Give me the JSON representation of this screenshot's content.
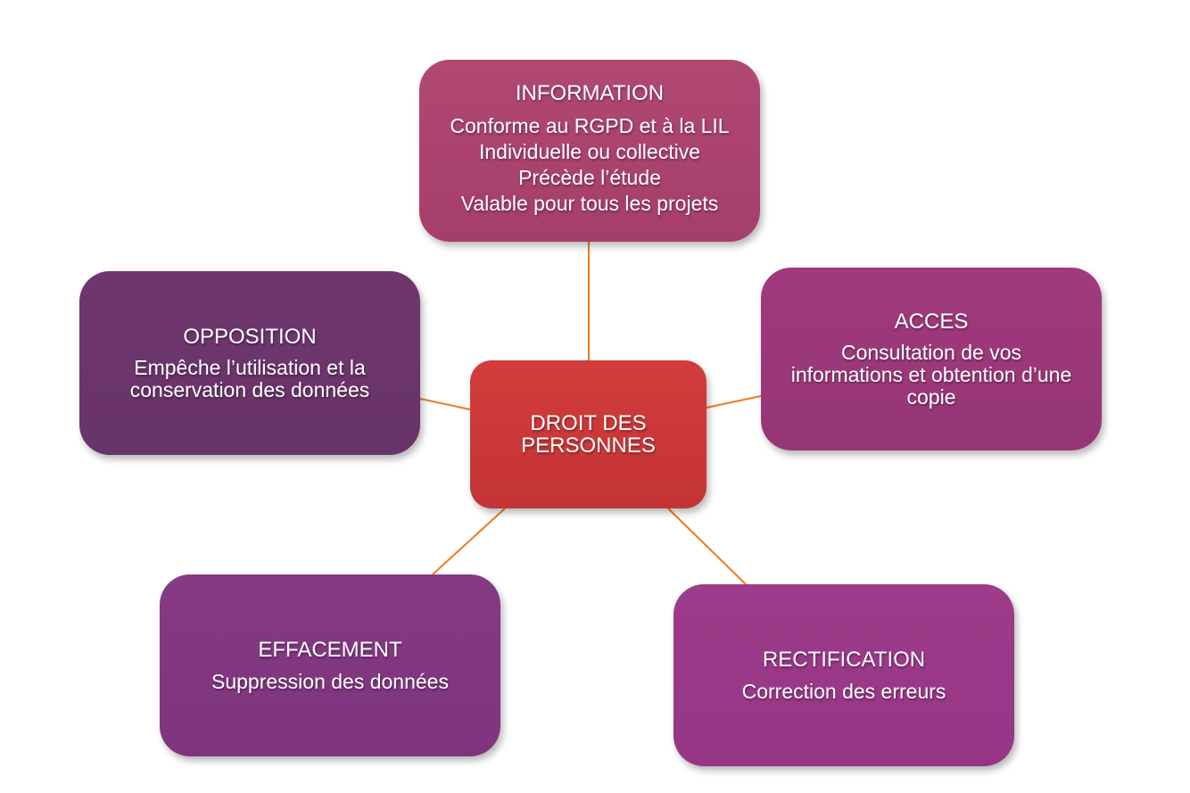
{
  "diagram": {
    "center": {
      "lines": [
        "DROIT DES",
        "PERSONNES"
      ],
      "color": "#c93838"
    },
    "nodes": {
      "information": {
        "title": "INFORMATION",
        "lines": [
          "Conforme au RGPD et à la LIL",
          "Individuelle ou collective",
          "Précède l’étude",
          "Valable pour tous les projets"
        ],
        "color": "#aa416d"
      },
      "opposition": {
        "title": "OPPOSITION",
        "lines": [
          "Empêche l’utilisation et la",
          "conservation des données"
        ],
        "color": "#6b356b"
      },
      "acces": {
        "title": "ACCES",
        "lines": [
          "Consultation de vos",
          "informations et obtention d’une",
          "copie"
        ],
        "color": "#9a3779"
      },
      "effacement": {
        "title": "EFFACEMENT",
        "lines": [
          "Suppression des données"
        ],
        "color": "#81377f"
      },
      "rectification": {
        "title": "RECTIFICATION",
        "lines": [
          "Correction des erreurs"
        ],
        "color": "#983887"
      }
    },
    "connector_color": "#f07a1d"
  }
}
